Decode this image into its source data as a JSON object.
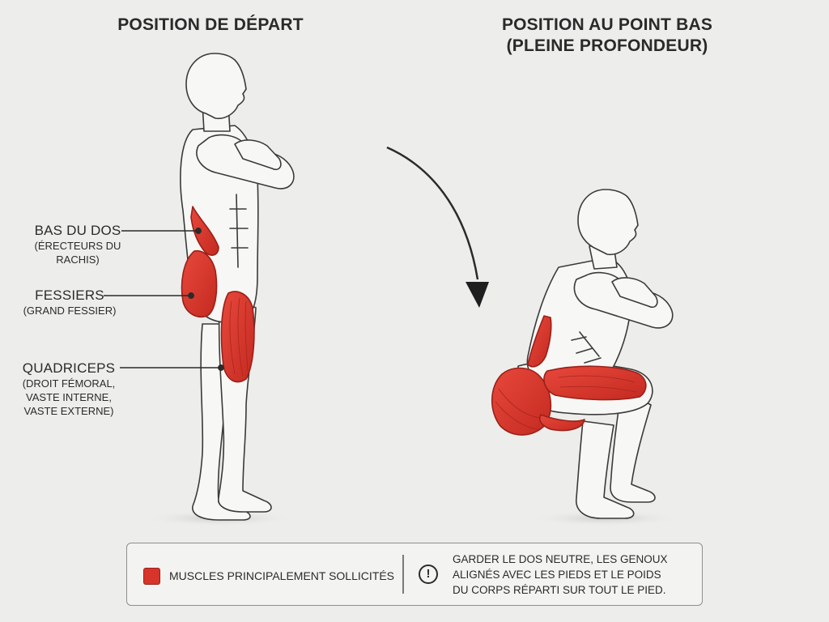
{
  "titles": {
    "left": "POSITION DE DÉPART",
    "right_line1": "POSITION AU POINT BAS",
    "right_line2": "(PLEINE PROFONDEUR)"
  },
  "labels": {
    "lower_back": {
      "main": "BAS DU DOS",
      "sub": "(ÉRECTEURS DU RACHIS)"
    },
    "glutes": {
      "main": "FESSIERS",
      "sub": "(GRAND FESSIER)"
    },
    "quads": {
      "main": "QUADRICEPS",
      "sub1": "(DROIT FÉMORAL,",
      "sub2": "VASTE INTERNE,",
      "sub3": "VASTE EXTERNE)"
    }
  },
  "legend": {
    "muscles_label": "MUSCLES PRINCIPALEMENT SOLLICITÉS",
    "note_line1": "GARDER LE DOS NEUTRE, LES GENOUX",
    "note_line2": "ALIGNÉS AVEC LES PIEDS ET LE POIDS",
    "note_line3": "DU CORPS RÉPARTI SUR TOUT LE PIED.",
    "warning_glyph": "!"
  },
  "colors": {
    "muscle_highlight": "#d7342a",
    "outline": "#2b2b2b",
    "background": "#ededeb"
  },
  "icons": {
    "transition_arrow": "curved-arrow-down-icon",
    "warning": "exclamation-circle-icon",
    "legend_swatch": "red-square-swatch"
  }
}
